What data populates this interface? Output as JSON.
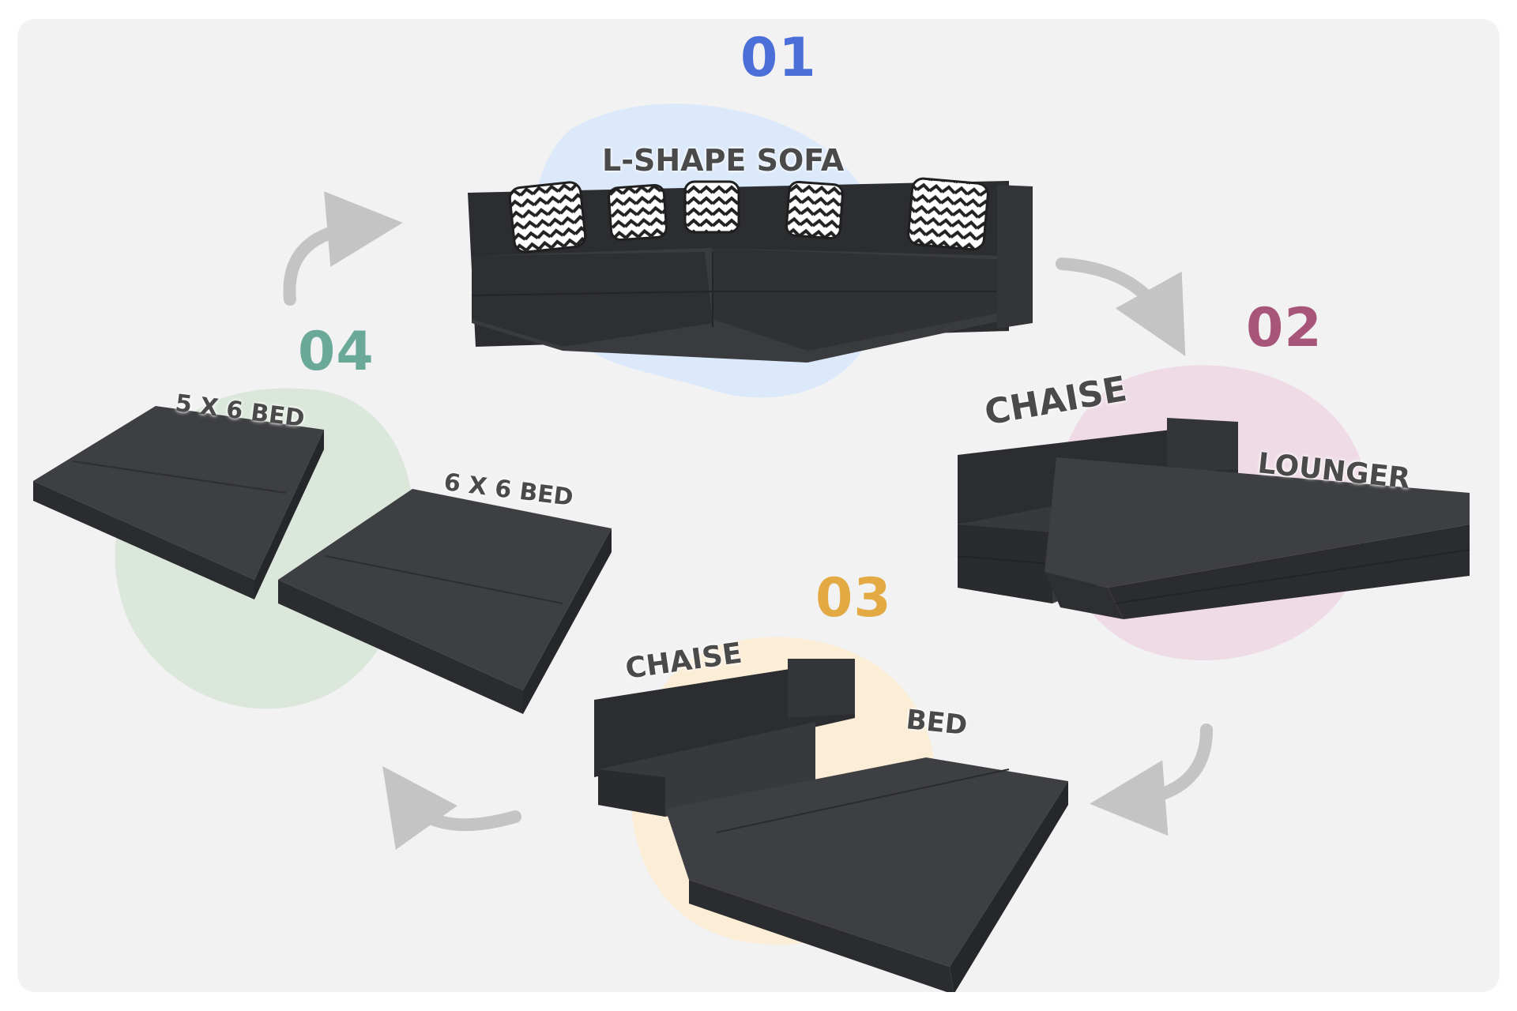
{
  "colors": {
    "panel_bg": "#f2f2f2",
    "step1": "#4a6fd8",
    "step2": "#a8557a",
    "step3": "#e3aa44",
    "step4": "#6aa898",
    "blob1": "#dbe9fb",
    "blob2": "#efdbe6",
    "blob3": "#fbedd6",
    "blob4": "#dae7da",
    "foam": "#38393c",
    "label": "#4a4a4a",
    "arrow": "#c4c4c4"
  },
  "steps": [
    {
      "number": "01",
      "labels": [
        "L-SHAPE SOFA"
      ]
    },
    {
      "number": "02",
      "labels": [
        "CHAISE",
        "LOUNGER"
      ]
    },
    {
      "number": "03",
      "labels": [
        "CHAISE",
        "BED"
      ]
    },
    {
      "number": "04",
      "labels": [
        "5 X 6 BED",
        "6 X 6 BED"
      ]
    }
  ],
  "icons": [
    "cycle-arrow-icon",
    "pillow-zigzag-icon"
  ]
}
